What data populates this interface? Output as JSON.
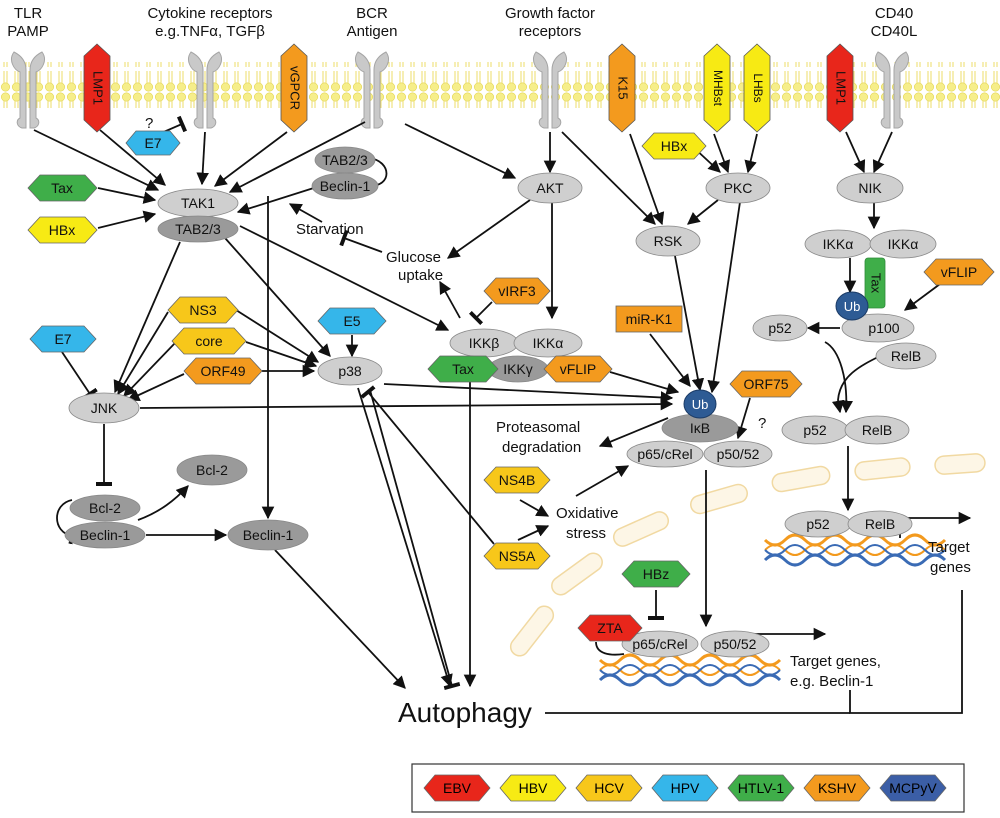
{
  "colors": {
    "EBV": "#e8261b",
    "HBV": "#f7ea14",
    "HCV": "#f7c71a",
    "HPV": "#35b6ea",
    "HTLV1": "#3fae49",
    "KSHV": "#f39a1e",
    "MCPyV": "#3b5ea6",
    "protein_light": "#cfcfcf",
    "protein_dark": "#9a9a9a",
    "membrane": "#f6ee8a",
    "ub": "#2e5b94"
  },
  "receptors": {
    "tlr": [
      "TLR",
      "PAMP"
    ],
    "cytokine": [
      "Cytokine receptors",
      "e.g.TNFα, TGFβ"
    ],
    "bcr": [
      "BCR",
      "Antigen"
    ],
    "growth": [
      "Growth factor",
      "receptors"
    ],
    "cd40": [
      "CD40",
      "CD40L"
    ]
  },
  "membrane_viral": {
    "lmp1_left": "LMP1",
    "vgpcr": "vGPCR",
    "k15": "K15",
    "mhbs": "MHBst",
    "lhbs": "LHBs",
    "lmp1_right": "LMP1"
  },
  "viral": {
    "e7_top": "E7",
    "tax_left": "Tax",
    "hbx_left": "HBx",
    "hbx_right": "HBx",
    "ns3": "NS3",
    "core": "core",
    "orf49": "ORF49",
    "e7_mid": "E7",
    "e5": "E5",
    "virf3": "vIRF3",
    "tax_ikk": "Tax",
    "vflip_ikk": "vFLIP",
    "mirk1": "miR-K1",
    "orf75": "ORF75",
    "ns4b": "NS4B",
    "ns5a": "NS5A",
    "hbz": "HBz",
    "zta": "ZTA",
    "tax_right": "Tax",
    "vflip_right": "vFLIP"
  },
  "proteins": {
    "tab23_top": "TAB2/3",
    "beclin_top": "Beclin-1",
    "tak1": "TAK1",
    "tab23": "TAB2/3",
    "akt": "AKT",
    "pkc": "PKC",
    "rsk": "RSK",
    "nik": "NIK",
    "ikka1": "IKKα",
    "ikka2": "IKKα",
    "p52_a": "p52",
    "p100": "p100",
    "relb_a": "RelB",
    "p52_b": "p52",
    "relb_b": "RelB",
    "p52_c": "p52",
    "relb_c": "RelB",
    "ikkb": "IKKβ",
    "ikka_mid": "IKKα",
    "ikkg": "IKKγ",
    "p38": "p38",
    "jnk": "JNK",
    "ikb": "IκB",
    "p65_top": "p65/cRel",
    "p5052_top": "p50/52",
    "p65_bot": "p65/cRel",
    "p5052_bot": "p50/52",
    "bcl2_free": "Bcl-2",
    "bcl2": "Bcl-2",
    "beclin_left": "Beclin-1",
    "beclin_mid": "Beclin-1",
    "ub1": "Ub",
    "ub2": "Ub"
  },
  "labels": {
    "starvation": "Starvation",
    "glucose": [
      "Glucose",
      "uptake"
    ],
    "proteasomal": [
      "Proteasomal",
      "degradation"
    ],
    "oxidative": [
      "Oxidative",
      "stress"
    ],
    "target_right": [
      "Target",
      "genes"
    ],
    "target_bottom": [
      "Target genes,",
      "e.g. Beclin-1"
    ],
    "autophagy": "Autophagy",
    "q1": "?",
    "q2": "?"
  },
  "legend": [
    {
      "label": "EBV",
      "color": "#e8261b",
      "text": "#000000"
    },
    {
      "label": "HBV",
      "color": "#f7ea14",
      "text": "#000000"
    },
    {
      "label": "HCV",
      "color": "#f7c71a",
      "text": "#000000"
    },
    {
      "label": "HPV",
      "color": "#35b6ea",
      "text": "#000000"
    },
    {
      "label": "HTLV-1",
      "color": "#3fae49",
      "text": "#000000"
    },
    {
      "label": "KSHV",
      "color": "#f39a1e",
      "text": "#000000"
    },
    {
      "label": "MCPyV",
      "color": "#3b5ea6",
      "text": "#000000"
    }
  ]
}
